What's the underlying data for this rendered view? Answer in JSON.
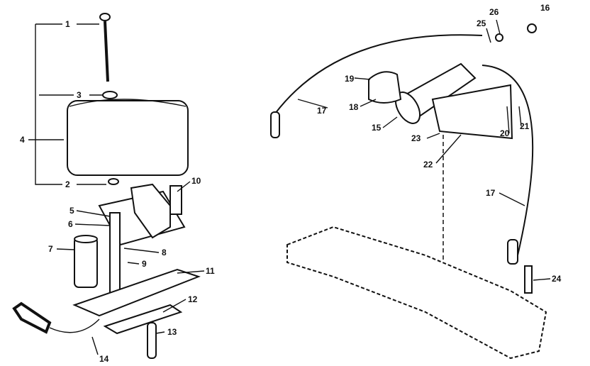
{
  "diagram": {
    "callouts": {
      "p1": "1",
      "p2": "2",
      "p3": "3",
      "p4": "4",
      "p5": "5",
      "p6": "6",
      "p7": "7",
      "p8": "8",
      "p9": "9",
      "p10": "10",
      "p11": "11",
      "p12": "12",
      "p13": "13",
      "p14": "14",
      "p15": "15",
      "p16": "16",
      "p17a": "17",
      "p17b": "17",
      "p18": "18",
      "p19": "19",
      "p20": "20",
      "p21": "21",
      "p22": "22",
      "p23": "23",
      "p24": "24",
      "p25": "25",
      "p26": "26"
    }
  }
}
